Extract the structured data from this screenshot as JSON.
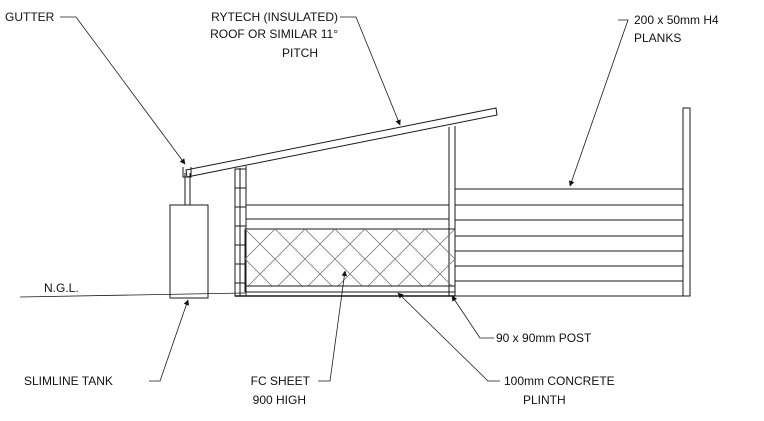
{
  "labels": {
    "gutter": "GUTTER",
    "roof_line1": "RYTECH (INSULATED)",
    "roof_line2": "ROOF OR SIMILAR  11°",
    "roof_line3": "PITCH",
    "planks_line1": "200 x 50mm H4",
    "planks_line2": "PLANKS",
    "ngl": "N.G.L.",
    "post": "90 x 90mm POST",
    "tank": "SLIMLINE TANK",
    "fc_line1": "FC SHEET",
    "fc_line2": "900 HIGH",
    "plinth_line1": "100mm CONCRETE",
    "plinth_line2": "PLINTH"
  }
}
